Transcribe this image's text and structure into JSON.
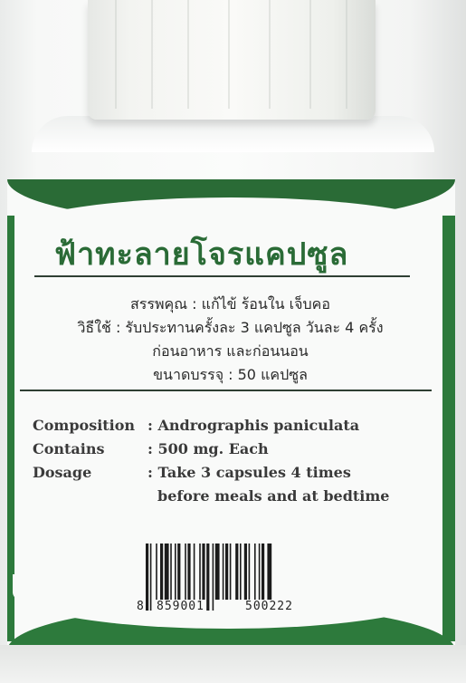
{
  "label": {
    "title": "ฟ้าทะลายโจรแคปซูล",
    "thai_lines": [
      "สรรพคุณ : แก้ไข้ ร้อนใน เจ็บคอ",
      "วิธีใช้ : รับประทานครั้งละ 3 แคปซูล วันละ 4 ครั้ง",
      "ก่อนอาหาร และก่อนนอน",
      "ขนาดบรรจุ : 50 แคปซูล"
    ],
    "english": {
      "composition_label": "Composition",
      "composition_value": ": Andrographis paniculata",
      "contains_label": "Contains",
      "contains_value": ": 500 mg. Each",
      "dosage_label": "Dosage",
      "dosage_value_1": ": Take 3 capsules 4 times",
      "dosage_value_2": "before meals and at bedtime"
    },
    "barcode": {
      "first_digit": "8",
      "group_1": "859001",
      "group_2": "500222"
    }
  },
  "colors": {
    "label_green": "#2a6b36",
    "label_white": "#f9faf9",
    "cap_white": "#f3f4f1"
  }
}
